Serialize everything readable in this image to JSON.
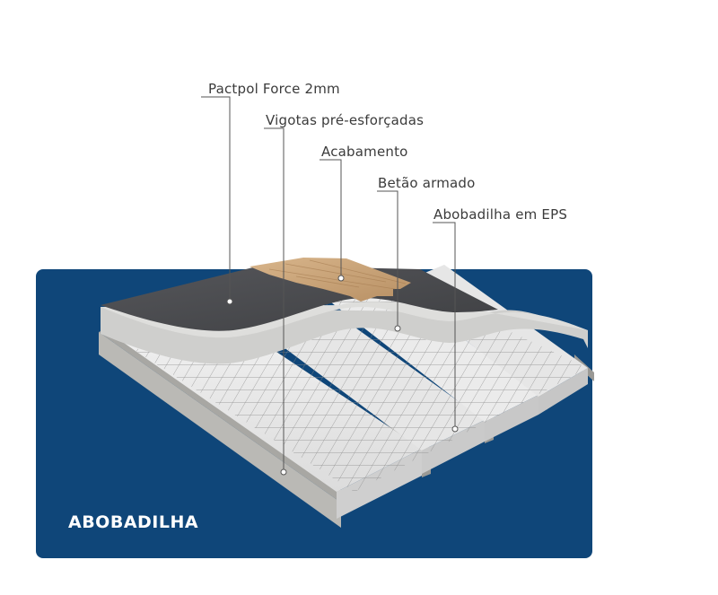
{
  "panel": {
    "label": "ABOBADILHA",
    "color": "#0f4679"
  },
  "callouts": [
    {
      "id": "pactpol",
      "text": "Pactpol Force 2mm"
    },
    {
      "id": "vigotas",
      "text": "Vigotas pré-esforçadas"
    },
    {
      "id": "acabamento",
      "text": "Acabamento"
    },
    {
      "id": "betao",
      "text": "Betão armado"
    },
    {
      "id": "abobadilha-eps",
      "text": "Abobadilha em EPS"
    }
  ],
  "colors": {
    "membrane": "#4b4c4f",
    "wood": "#c9a57c",
    "concrete": "#d6d6d4",
    "eps": "#ececec",
    "beam": "#b9b8b4",
    "leader": "#555555"
  }
}
